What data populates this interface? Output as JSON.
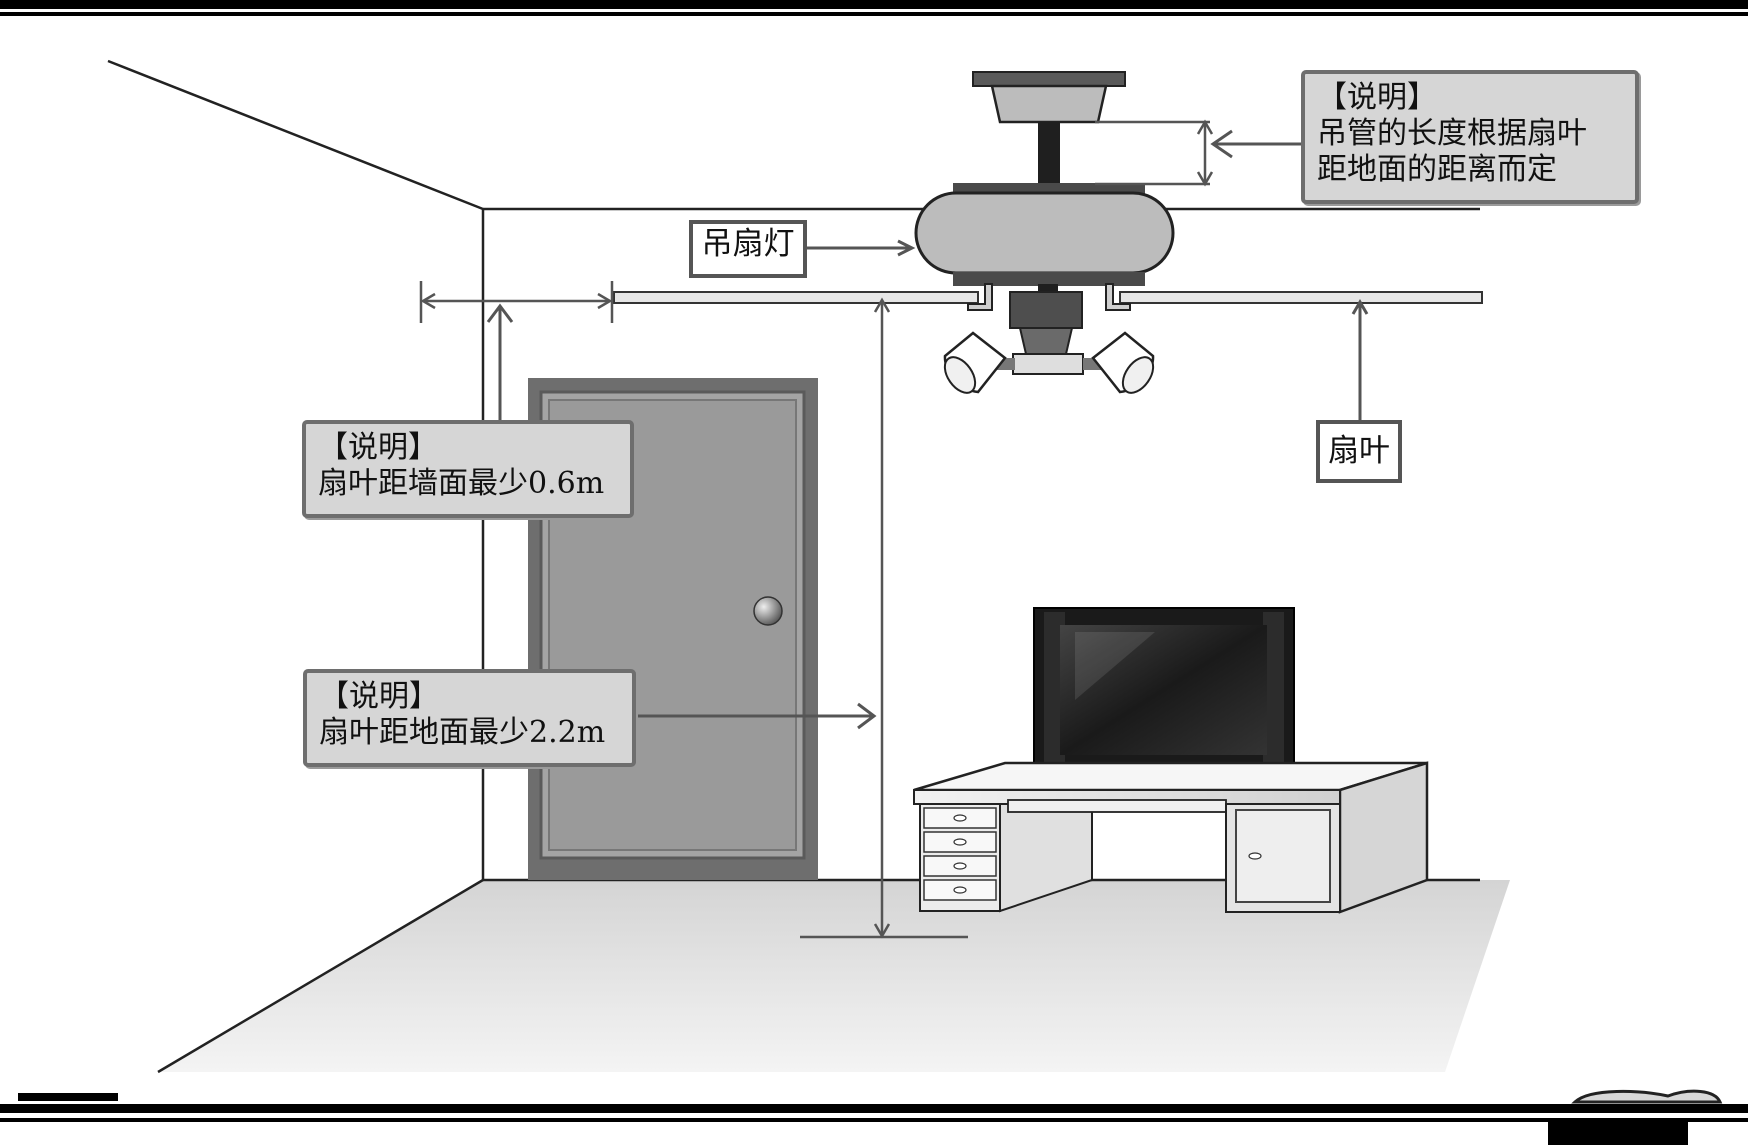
{
  "notes": {
    "downrod": {
      "heading": "【说明】",
      "lines": [
        "吊管的长度根据扇叶",
        "距地面的距离而定"
      ]
    },
    "wall_distance": {
      "heading": "【说明】",
      "lines": [
        "扇叶距墙面最少0.6m"
      ]
    },
    "floor_distance": {
      "heading": "【说明】",
      "lines": [
        "扇叶距地面最少2.2m"
      ]
    }
  },
  "labels": {
    "fan_light": "吊扇灯",
    "blade": "扇叶"
  },
  "icons": [
    "ceiling-fan-light-icon",
    "door-icon",
    "tv-icon",
    "desk-icon"
  ],
  "colors": {
    "line": "#2a2a2a",
    "note_fill": "#d6d6d6",
    "note_border": "#6e6e6e",
    "door": "#8c8c8c",
    "fan_body": "#bcbcbc"
  }
}
